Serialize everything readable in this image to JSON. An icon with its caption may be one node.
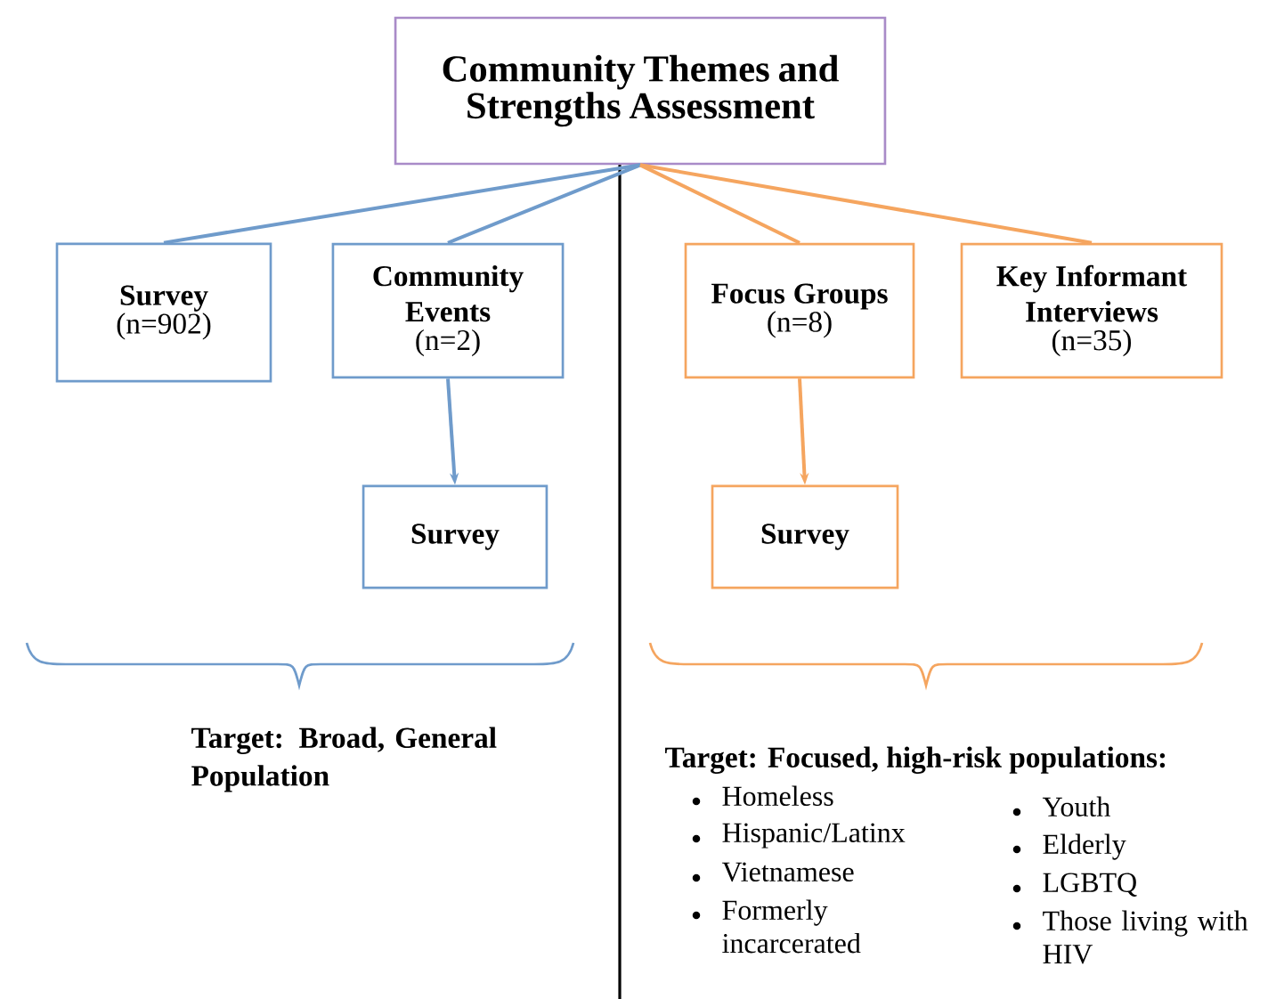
{
  "diagram": {
    "nodes": [
      {
        "text": [
          "Community Themes and Strengths Assessment"
        ]
      },
      {
        "text": [
          "Survey",
          "(n=902)"
        ]
      },
      {
        "text": [
          "Community Events",
          "(n=2)"
        ]
      },
      {
        "text": [
          "Focus Groups",
          "(n=8)"
        ]
      },
      {
        "text": [
          "Key Informant Interviews",
          "(n=35)"
        ]
      },
      {
        "text": [
          "Survey"
        ]
      },
      {
        "text": [
          "Survey"
        ]
      }
    ],
    "edges": [
      {
        "from": 0,
        "to": 1,
        "arrow": "none",
        "color": "#6f9bcb"
      },
      {
        "from": 0,
        "to": 2,
        "arrow": "none",
        "color": "#6f9bcb"
      },
      {
        "from": 0,
        "to": 3,
        "arrow": "none",
        "color": "#f5a55f"
      },
      {
        "from": 0,
        "to": 4,
        "arrow": "none",
        "color": "#f5a55f"
      },
      {
        "from": 2,
        "to": 5,
        "arrow": "to",
        "color": "#6f9bcb"
      },
      {
        "from": 3,
        "to": 6,
        "arrow": "to",
        "color": "#f5a55f"
      }
    ],
    "labels": [
      "Target: Broad, General Population",
      "Target: Focused, high-risk populations:",
      "Homeless",
      "Hispanic/Latinx",
      "Vietnamese",
      "Formerly incarcerated",
      "Youth",
      "Elderly",
      "LGBTQ",
      "Those living with HIV"
    ]
  }
}
